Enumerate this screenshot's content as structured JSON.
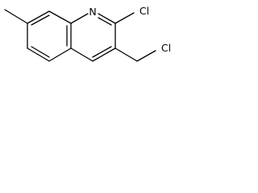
{
  "molecule": {
    "atoms": {
      "ring_nitrogen": "N",
      "ring_chlorine": "Cl",
      "chloromethyl_chlorine": "Cl"
    }
  }
}
